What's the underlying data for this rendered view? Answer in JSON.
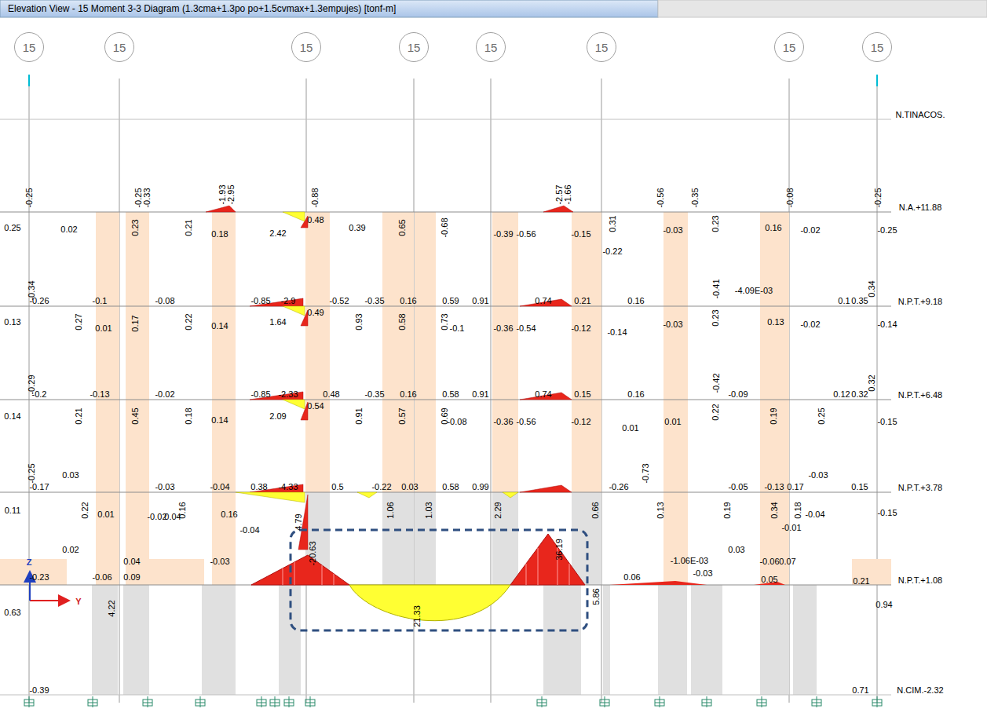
{
  "diagram": {
    "title": "Elevation View - 15   Moment 3-3 Diagram   (1.3cma+1.3po po+1.5cvmax+1.3empujes)  [tonf-m]",
    "nodes": [
      {
        "text": [
          "15"
        ]
      },
      {
        "text": [
          "15"
        ]
      },
      {
        "text": [
          "15"
        ]
      },
      {
        "text": [
          "15"
        ]
      },
      {
        "text": [
          "15"
        ]
      },
      {
        "text": [
          "15"
        ]
      },
      {
        "text": [
          "15"
        ]
      },
      {
        "text": [
          "15"
        ]
      }
    ],
    "labels": [
      "N.TINACOS.",
      "N.A.+11.88",
      "N.P.T.+9.18",
      "N.P.T.+6.48",
      "N.P.T.+3.78",
      "N.P.T.+1.08",
      "N.CIM.-2.32",
      "Z",
      "Y",
      "-0.25",
      "-0.25",
      "-0.33",
      "-1.93",
      "-2.95",
      "-0.88",
      "-2.57",
      "-1.66",
      "-0.56",
      "-0.35",
      "-0.08",
      "-0.25",
      "0.25",
      "0.02",
      "0.23",
      "0.21",
      "0.18",
      "2.42",
      "0.48",
      "0.39",
      "0.65",
      "-0.68",
      "-0.39",
      "-0.56",
      "-0.15",
      "0.31",
      "-0.22",
      "-0.03",
      "0.23",
      "0.16",
      "-0.02",
      "-0.25",
      "-0.34",
      "-0.26",
      "-0.1",
      "-0.08",
      "-0.85",
      "-2.9",
      "-0.52",
      "-0.35",
      "0.16",
      "0.59",
      "0.91",
      "0.74",
      "0.21",
      "0.16",
      "-0.41",
      "-4.09E-03",
      "0.1",
      "0.35",
      "0.34",
      "0.13",
      "0.27",
      "0.17",
      "0.01",
      "0.22",
      "0.14",
      "1.64",
      "0.49",
      "0.93",
      "0.58",
      "0.73",
      "-0.1",
      "-0.36",
      "-0.54",
      "-0.12",
      "-0.14",
      "-0.03",
      "0.23",
      "0.13",
      "-0.02",
      "-0.14",
      "-0.29",
      "-0.2",
      "-0.13",
      "-0.02",
      "-0.85",
      "-2.33",
      "0.48",
      "-0.35",
      "0.16",
      "0.58",
      "0.91",
      "0.74",
      "0.15",
      "0.16",
      "-0.42",
      "-0.09",
      "0.12",
      "0.32",
      "0.32",
      "0.14",
      "0.21",
      "0.45",
      "0.18",
      "0.14",
      "2.09",
      "0.54",
      "0.91",
      "0.57",
      "0.69",
      "-0.08",
      "-0.36",
      "-0.56",
      "-0.12",
      "0.01",
      "0.01",
      "0.22",
      "0.19",
      "0.25",
      "-0.15",
      "-0.25",
      "-0.17",
      "0.03",
      "-0.03",
      "-0.04",
      "0.38",
      "-4.33",
      "0.5",
      "-0.22",
      "0.03",
      "0.58",
      "0.99",
      "-0.26",
      "-0.73",
      "-0.05",
      "-0.13",
      "0.17",
      "-0.03",
      "0.15",
      "0.11",
      "0.22",
      "0.01",
      "0.16",
      "-0.02",
      "0.04",
      "0.16",
      "-0.04",
      "4.79",
      "1.06",
      "1.03",
      "2.29",
      "0.66",
      "0.13",
      "0.19",
      "0.34",
      "0.18",
      "-0.04",
      "-0.01",
      "-0.15",
      "0.02",
      "0.04",
      "-0.03",
      "-20.63",
      "36.19",
      "-1.06E-03",
      "0.03",
      "-0.03",
      "-0.06",
      "0.07",
      "0.06",
      "0.05",
      "-0.23",
      "-0.06",
      "0.09",
      "0.21",
      "21.33",
      "4.22",
      "5.86",
      "0.63",
      "0.94",
      "-0.39",
      "0.71"
    ]
  }
}
